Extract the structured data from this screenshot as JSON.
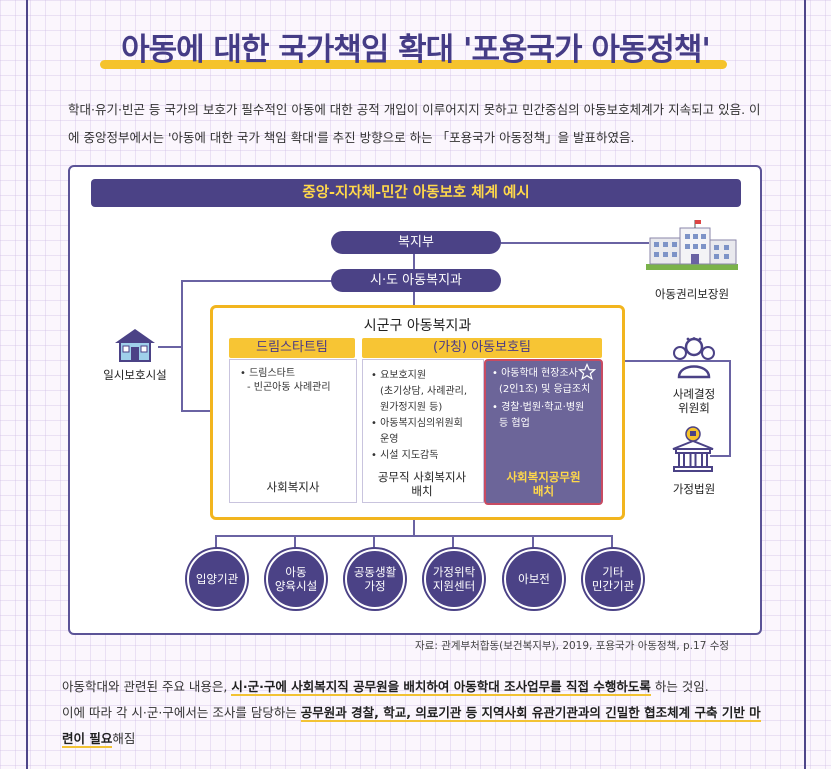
{
  "title": "아동에 대한 국가책임 확대 '포용국가 아동정책'",
  "intro": "학대·유기·빈곤 등 국가의 보호가 필수적인 아동에 대한 공적 개입이 이루어지지 못하고 민간중심의 아동보호체계가 지속되고 있음. 이에 중앙정부에서는 '아동에 대한 국가 책임 확대'를 추진 방향으로 하는 「포용국가 아동정책」을 발표하였음.",
  "diagram": {
    "banner": "중앙-지자체-민간 아동보호 체계 예시",
    "ministry": "복지부",
    "province": "시·도 아동복지과",
    "right_top": "아동권리보장원",
    "left": "일시보호시설",
    "local": "시군구 아동복지과",
    "dream": {
      "head": "드림스타트팀",
      "item1": "• 드림스타트",
      "item2": "- 빈곤아동 사례관리",
      "foot": "사회복지사"
    },
    "protect": {
      "head": "(가칭) 아동보호팀",
      "items": [
        "• 요보호지원",
        "(초기상담, 사례관리,",
        "원가정지원 등)",
        "• 아동복지심의위원회",
        "운영",
        "• 시설 지도감독"
      ],
      "foot1": "공무직 사회복지사",
      "foot2": "배치"
    },
    "officer": {
      "items": [
        "• 아동학대 현장조사",
        "(2인1조) 및 응급조치",
        "• 경찰·법원·학교·병원",
        "등 협업"
      ],
      "foot1": "사회복지공무원",
      "foot2": "배치"
    },
    "committee1": "사례결정",
    "committee2": "위원회",
    "court": "가정법원",
    "circles": [
      {
        "l1": "입양기관",
        "l2": ""
      },
      {
        "l1": "아동",
        "l2": "양육시설"
      },
      {
        "l1": "공동생활",
        "l2": "가정"
      },
      {
        "l1": "가정위탁",
        "l2": "지원센터"
      },
      {
        "l1": "아보전",
        "l2": ""
      },
      {
        "l1": "기타",
        "l2": "민간기관"
      }
    ]
  },
  "source": "자료: 관계부처합동(보건복지부), 2019, 포용국가 아동정책, p.17 수정",
  "bottom": {
    "p1_a": "아동학대와 관련된 주요 내용은, ",
    "p1_hl": "시·군·구에 사회복지직 공무원을 배치하여 아동학대 조사업무를 직접 수행하도록",
    "p1_b": " 하는 것임.",
    "p2_a": "이에 따라 각 시·군·구에서는 조사를 담당하는 ",
    "p2_hl": "공무원과 경찰, 학교, 의료기관 등 지역사회 유관기관과의 긴밀한 협조체계 구축 기반 마련이 필요",
    "p2_b": "해짐"
  },
  "colors": {
    "navy": "#4b4286",
    "yellow": "#f2b51e",
    "accent_red": "#c84b62"
  }
}
